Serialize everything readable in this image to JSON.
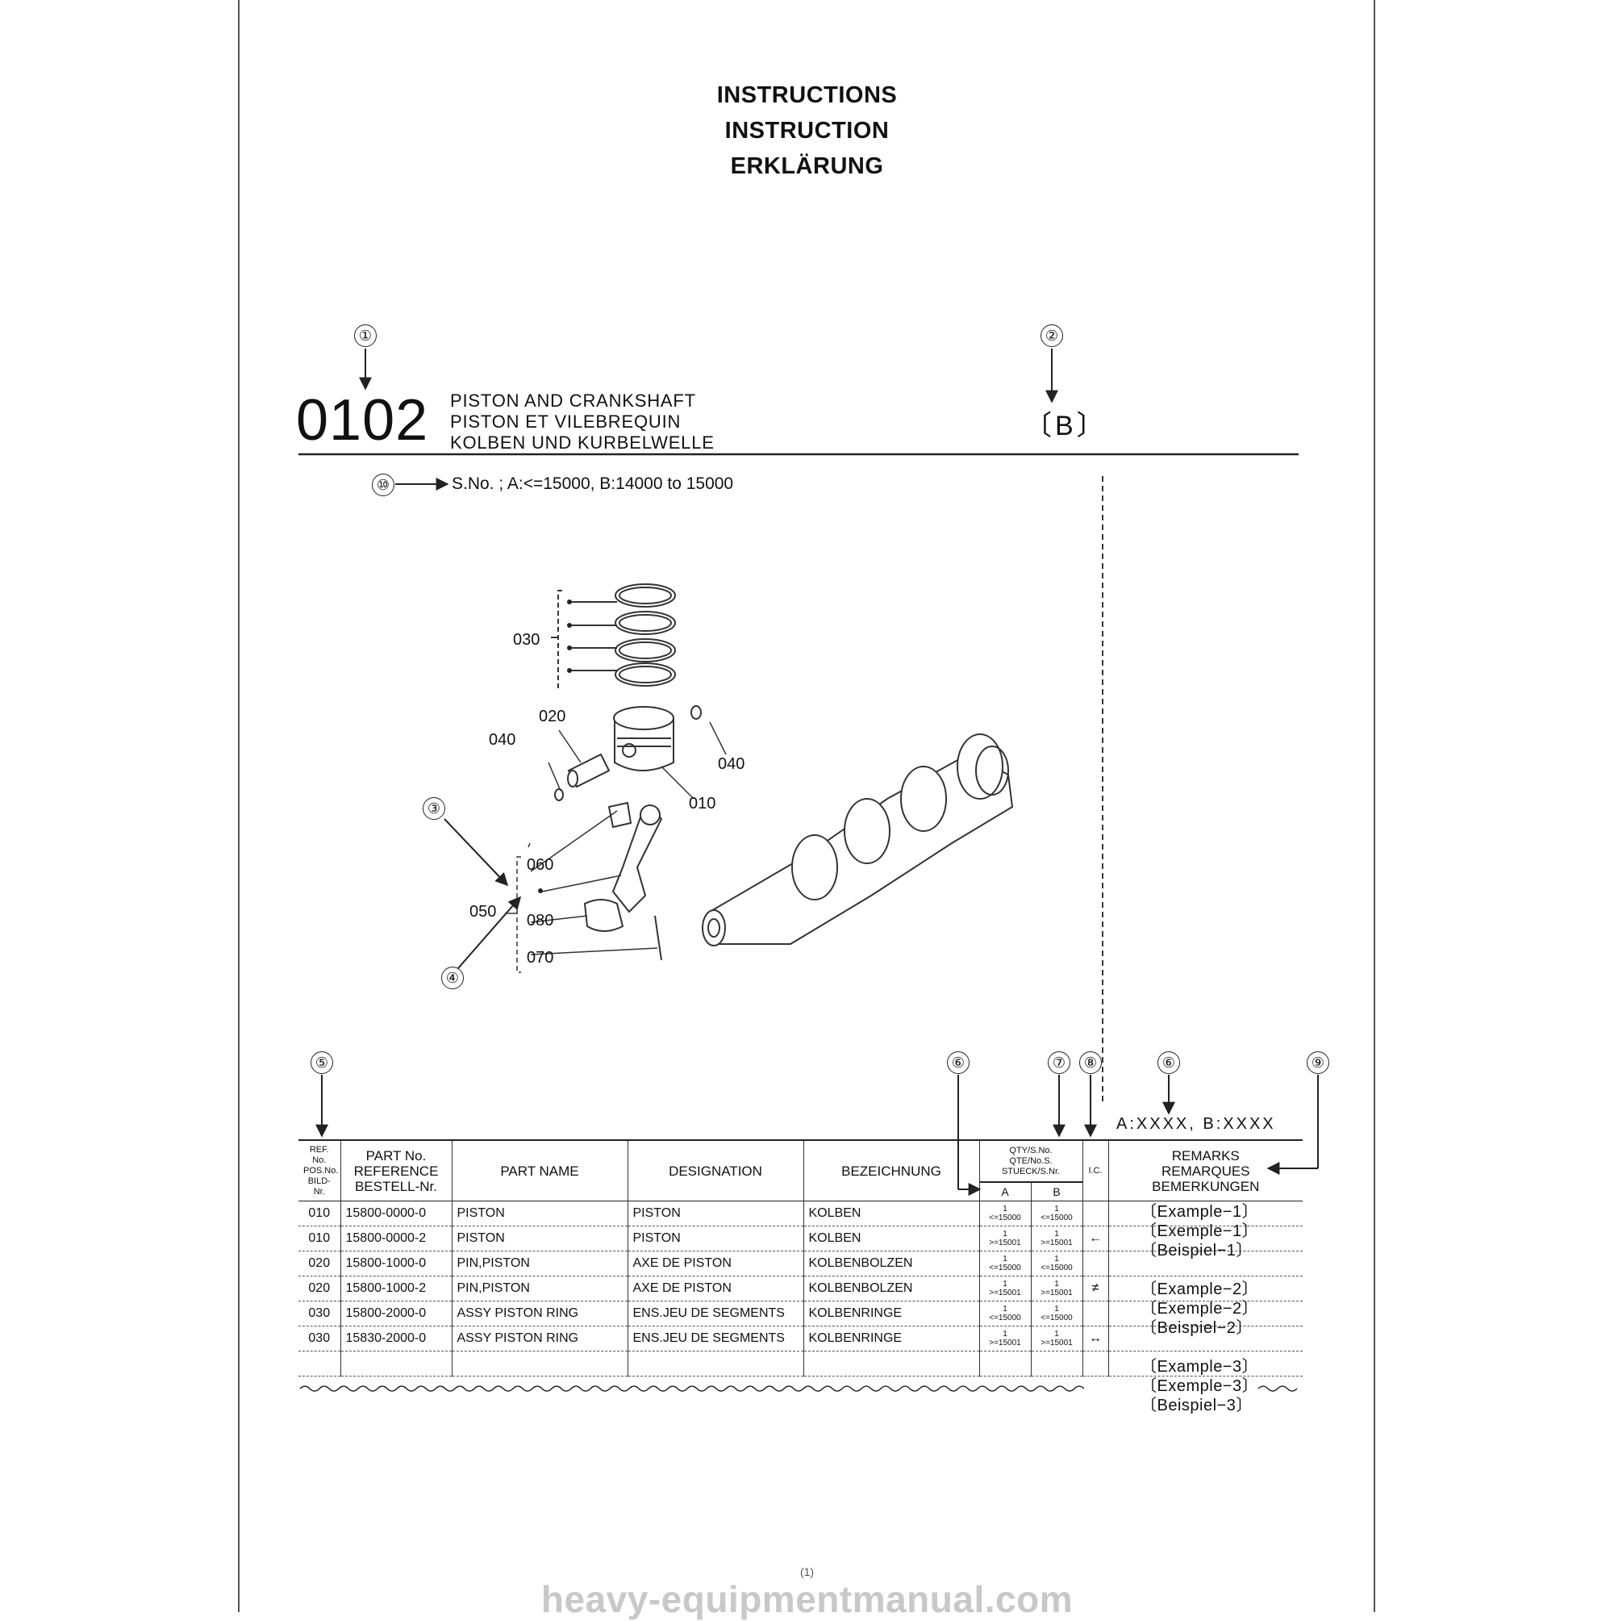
{
  "headings": [
    "INSTRUCTIONS",
    "INSTRUCTION",
    "ERKLÄRUNG"
  ],
  "callouts": [
    "①",
    "②",
    "③",
    "④",
    "⑤",
    "⑥",
    "⑦",
    "⑧",
    "⑥",
    "⑨",
    "⑩"
  ],
  "group": {
    "code": "0102",
    "titles": [
      "PISTON AND CRANKSHAFT",
      "PISTON ET VILEBREQUIN",
      "KOLBEN UND KURBELWELLE"
    ],
    "bracket": "〔B〕",
    "serial_note": "S.No. ; A:<=15000, B:14000 to 15000",
    "group_legend": "A:XXXX,  B:XXXX"
  },
  "diagram_labels": [
    "030",
    "020",
    "040",
    "040",
    "010",
    "060",
    "050",
    "080",
    "070"
  ],
  "table": {
    "headers": {
      "ref": [
        "REF. No.",
        "POS.No.",
        "BILD-Nr."
      ],
      "part_no": [
        "PART No.",
        "REFERENCE",
        "BESTELL-Nr."
      ],
      "part_name": "PART NAME",
      "designation": "DESIGNATION",
      "bezeichnung": "BEZEICHNUNG",
      "qty": [
        "QTY/S.No.",
        "QTE/No.S.",
        "STUECK/S.Nr."
      ],
      "qty_a": "A",
      "qty_b": "B",
      "ic": "I.C.",
      "remarks": [
        "REMARKS",
        "REMARQUES",
        "BEMERKUNGEN"
      ]
    },
    "rows": [
      {
        "ref": "010",
        "part_no": "15800-0000-0",
        "name": "PISTON",
        "designation": "PISTON",
        "bez": "KOLBEN",
        "qa": "1\n<=15000",
        "qb": "1\n<=15000",
        "ic": ""
      },
      {
        "ref": "010",
        "part_no": "15800-0000-2",
        "name": "PISTON",
        "designation": "PISTON",
        "bez": "KOLBEN",
        "qa": "1\n>=15001",
        "qb": "1\n>=15001",
        "ic": "←"
      },
      {
        "ref": "020",
        "part_no": "15800-1000-0",
        "name": "PIN,PISTON",
        "designation": "AXE DE PISTON",
        "bez": "KOLBENBOLZEN",
        "qa": "1\n<=15000",
        "qb": "1\n<=15000",
        "ic": ""
      },
      {
        "ref": "020",
        "part_no": "15800-1000-2",
        "name": "PIN,PISTON",
        "designation": "AXE DE PISTON",
        "bez": "KOLBENBOLZEN",
        "qa": "1\n>=15001",
        "qb": "1\n>=15001",
        "ic": "≠"
      },
      {
        "ref": "030",
        "part_no": "15800-2000-0",
        "name": "ASSY PISTON RING",
        "designation": "ENS.JEU DE SEGMENTS",
        "bez": "KOLBENRINGE",
        "qa": "1\n<=15000",
        "qb": "1\n<=15000",
        "ic": ""
      },
      {
        "ref": "030",
        "part_no": "15830-2000-0",
        "name": "ASSY PISTON RING",
        "designation": "ENS.JEU DE SEGMENTS",
        "bez": "KOLBENRINGE",
        "qa": "1\n>=15001",
        "qb": "1\n>=15001",
        "ic": "↔"
      },
      {
        "ref": "",
        "part_no": "",
        "name": "",
        "designation": "",
        "bez": "",
        "qa": "",
        "qb": "",
        "ic": ""
      }
    ],
    "remarks_examples": [
      "〔Example−1〕",
      "〔Exemple−1〕",
      "〔Beispiel−1〕",
      "〔Example−2〕",
      "〔Exemple−2〕",
      "〔Beispiel−2〕",
      "〔Example−3〕",
      "〔Exemple−3〕",
      "〔Beispiel−3〕"
    ]
  },
  "page_number": "(1)",
  "watermark": "heavy-equipmentmanual.com"
}
